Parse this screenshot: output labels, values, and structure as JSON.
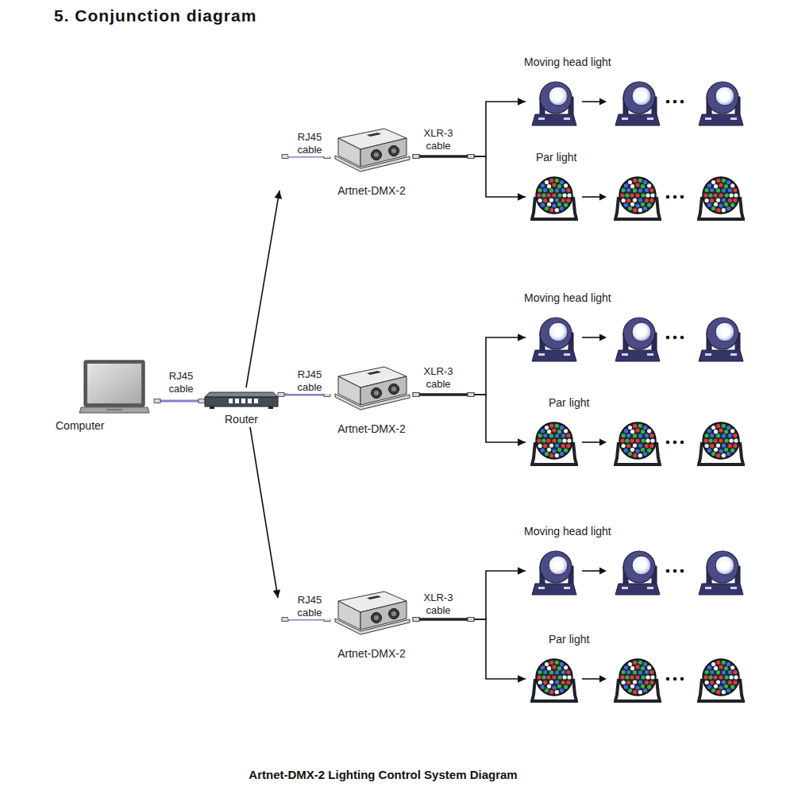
{
  "diagram": {
    "title": "5. Conjunction diagram",
    "caption": "Artnet-DMX-2 Lighting Control System Diagram",
    "nodes": [
      {
        "text": [
          "Computer"
        ]
      },
      {
        "text": [
          "Router"
        ]
      },
      {
        "text": [
          "Artnet-DMX-2"
        ]
      },
      {
        "text": [
          "Moving head light"
        ]
      },
      {
        "text": [
          "Par light"
        ]
      },
      {
        "text": [
          "Artnet-DMX-2"
        ]
      },
      {
        "text": [
          "Moving head light"
        ]
      },
      {
        "text": [
          "Par light"
        ]
      },
      {
        "text": [
          "Artnet-DMX-2"
        ]
      },
      {
        "text": [
          "Moving head light"
        ]
      },
      {
        "text": [
          "Par light"
        ]
      }
    ],
    "edges": [
      {
        "from": 0,
        "to": 1,
        "arrow": "none",
        "label": "RJ45 cable"
      },
      {
        "from": 1,
        "to": 2,
        "arrow": "to",
        "label": "RJ45 cable"
      },
      {
        "from": 2,
        "to": 3,
        "arrow": "to",
        "label": "XLR-3 cable"
      },
      {
        "from": 2,
        "to": 4,
        "arrow": "to"
      },
      {
        "from": 1,
        "to": 5,
        "arrow": "none",
        "label": "RJ45 cable"
      },
      {
        "from": 5,
        "to": 6,
        "arrow": "to",
        "label": "XLR-3 cable"
      },
      {
        "from": 5,
        "to": 7,
        "arrow": "to"
      },
      {
        "from": 1,
        "to": 8,
        "arrow": "to",
        "label": "RJ45 cable"
      },
      {
        "from": 8,
        "to": 9,
        "arrow": "to",
        "label": "XLR-3 cable"
      },
      {
        "from": 8,
        "to": 10,
        "arrow": "to"
      }
    ]
  }
}
